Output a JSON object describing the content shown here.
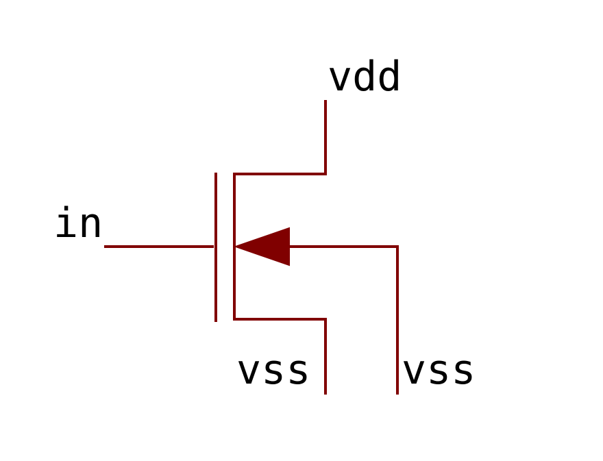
{
  "schematic": {
    "wire_color": "#800000",
    "label_color": "#000000",
    "labels": {
      "drain": "vdd",
      "gate": "in",
      "source": "vss",
      "bulk": "vss"
    }
  }
}
